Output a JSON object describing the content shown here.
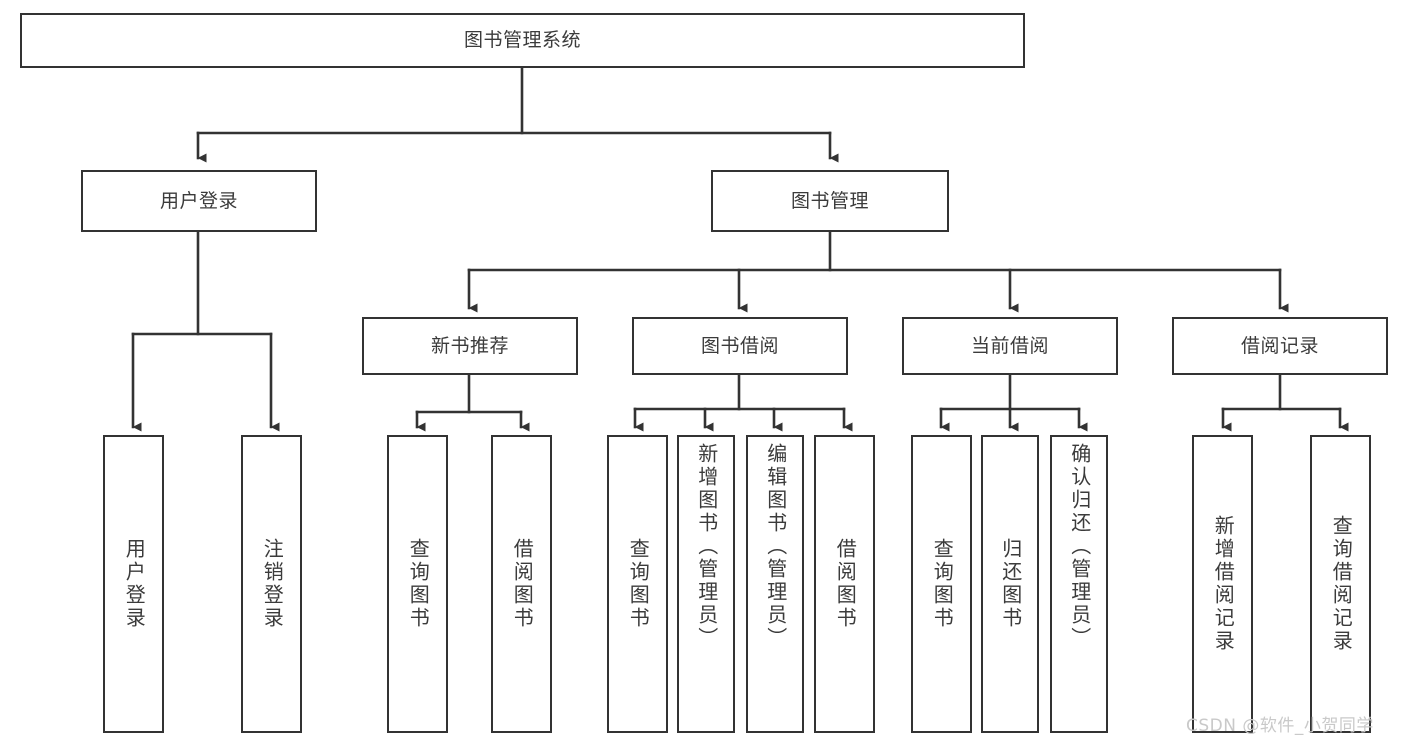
{
  "diagram": {
    "title": "图书管理系统",
    "type": "tree-hierarchy",
    "orientation": "top-down",
    "colors": {
      "box_border": "#333333",
      "box_fill": "#ffffff",
      "text": "#3b3b3b",
      "edge": "#333333",
      "watermark": "#c9c9c9"
    },
    "nodes": {
      "root": {
        "label": "图书管理系统",
        "level": 1
      },
      "level2": [
        {
          "id": "user-login",
          "label": "用户登录"
        },
        {
          "id": "book-management",
          "label": "图书管理"
        }
      ],
      "level3": [
        {
          "id": "new-book-recommend",
          "label": "新书推荐",
          "parent": "book-management"
        },
        {
          "id": "book-borrow",
          "label": "图书借阅",
          "parent": "book-management"
        },
        {
          "id": "current-borrow",
          "label": "当前借阅",
          "parent": "book-management"
        },
        {
          "id": "borrow-record",
          "label": "借阅记录",
          "parent": "book-management"
        }
      ],
      "leaves": {
        "user-login": [
          {
            "id": "leaf-user-login",
            "label": "用户登录"
          },
          {
            "id": "leaf-logout",
            "label": "注销登录"
          }
        ],
        "new-book-recommend": [
          {
            "id": "leaf-query-book-1",
            "label": "查询图书"
          },
          {
            "id": "leaf-borrow-book-1",
            "label": "借阅图书"
          }
        ],
        "book-borrow": [
          {
            "id": "leaf-query-book-2",
            "label": "查询图书"
          },
          {
            "id": "leaf-add-book",
            "label": "新增图书（管理员）"
          },
          {
            "id": "leaf-edit-book",
            "label": "编辑图书（管理员）"
          },
          {
            "id": "leaf-borrow-book-2",
            "label": "借阅图书"
          }
        ],
        "current-borrow": [
          {
            "id": "leaf-query-book-3",
            "label": "查询图书"
          },
          {
            "id": "leaf-return-book",
            "label": "归还图书"
          },
          {
            "id": "leaf-confirm-return",
            "label": "确认归还（管理员）"
          }
        ],
        "borrow-record": [
          {
            "id": "leaf-add-record",
            "label": "新增借阅记录"
          },
          {
            "id": "leaf-query-record",
            "label": "查询借阅记录"
          }
        ]
      }
    },
    "watermark": "CSDN @软件_小贺同学"
  }
}
